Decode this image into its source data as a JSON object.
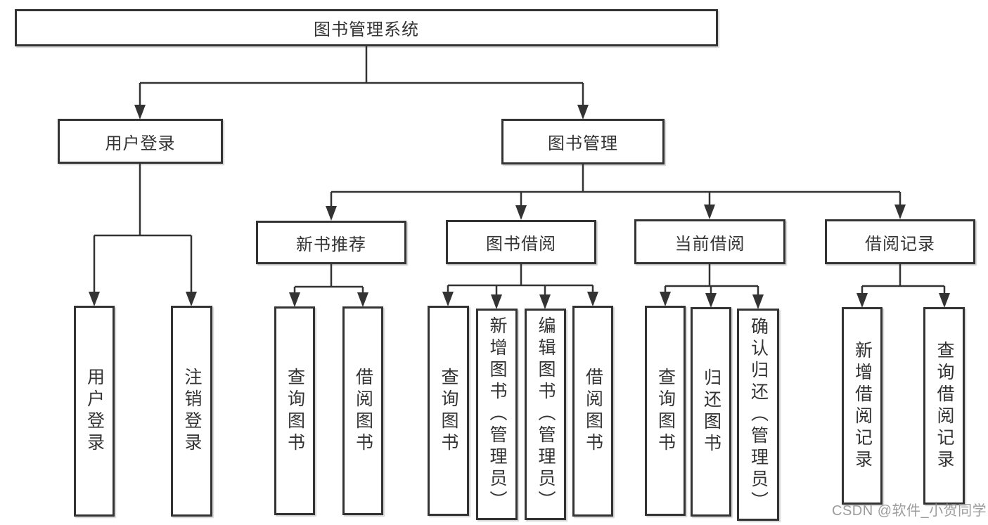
{
  "tree": {
    "root": {
      "label": "图书管理系统"
    },
    "l2": [
      {
        "label": "用户登录",
        "children": [
          {
            "label": "用户登录"
          },
          {
            "label": "注销登录"
          }
        ]
      },
      {
        "label": "图书管理",
        "children": [
          {
            "label": "新书推荐",
            "children": [
              {
                "label": "查询图书"
              },
              {
                "label": "借阅图书"
              }
            ]
          },
          {
            "label": "图书借阅",
            "children": [
              {
                "label": "查询图书"
              },
              {
                "label": "新增图书（管理员）"
              },
              {
                "label": "编辑图书（管理员）"
              },
              {
                "label": "借阅图书"
              }
            ]
          },
          {
            "label": "当前借阅",
            "children": [
              {
                "label": "查询图书"
              },
              {
                "label": "归还图书"
              },
              {
                "label": "确认归还（管理员）"
              }
            ]
          },
          {
            "label": "借阅记录",
            "children": [
              {
                "label": "新增借阅记录"
              },
              {
                "label": "查询借阅记录"
              }
            ]
          }
        ]
      }
    ]
  },
  "watermark": {
    "text": "CSDN @软件_小贺同学"
  },
  "colors": {
    "line": "#333333",
    "border": "#333333",
    "text": "#333333",
    "watermark": "#949494",
    "background": "#ffffff"
  }
}
